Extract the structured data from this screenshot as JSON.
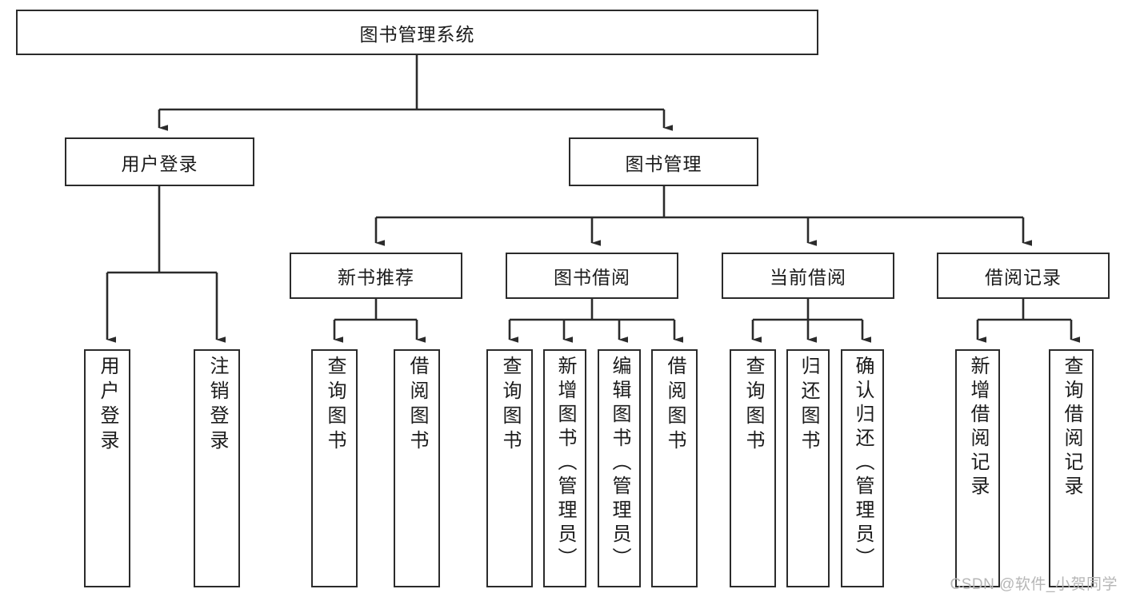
{
  "diagram": {
    "type": "tree",
    "title": "图书管理系统",
    "background_color": "#ffffff",
    "stroke_color": "#2b2b2b",
    "text_color": "#1b1b1b",
    "watermark": "CSDN @软件_小贺同学"
  },
  "root": {
    "label": "图书管理系统"
  },
  "level2": [
    {
      "label": "用户登录"
    },
    {
      "label": "图书管理"
    }
  ],
  "level3": [
    {
      "label": "新书推荐"
    },
    {
      "label": "图书借阅"
    },
    {
      "label": "当前借阅"
    },
    {
      "label": "借阅记录"
    }
  ],
  "leaves": {
    "user_login": [
      {
        "label": "用户登录"
      },
      {
        "label": "注销登录"
      }
    ],
    "new_book_recommend": [
      {
        "label": "查询图书"
      },
      {
        "label": "借阅图书"
      }
    ],
    "book_borrow": [
      {
        "label": "查询图书"
      },
      {
        "label": "新增图书（管理员）"
      },
      {
        "label": "编辑图书（管理员）"
      },
      {
        "label": "借阅图书"
      }
    ],
    "current_borrow": [
      {
        "label": "查询图书"
      },
      {
        "label": "归还图书"
      },
      {
        "label": "确认归还（管理员）"
      }
    ],
    "borrow_record": [
      {
        "label": "新增借阅记录"
      },
      {
        "label": "查询借阅记录"
      }
    ]
  }
}
